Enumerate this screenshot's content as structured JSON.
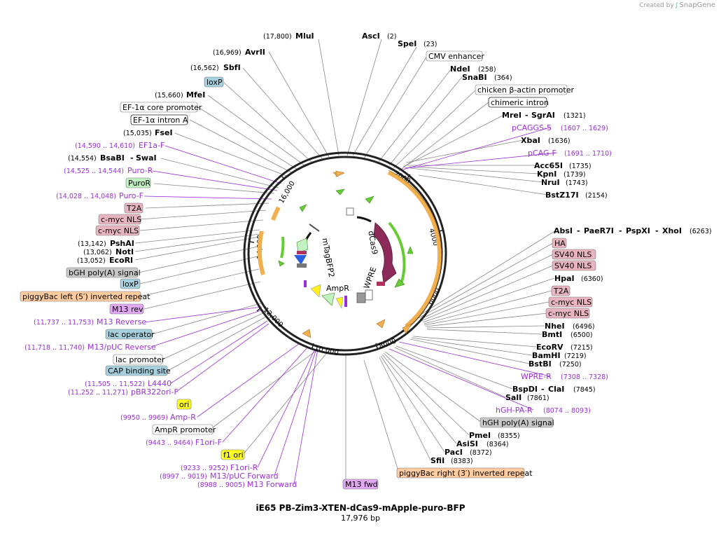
{
  "credit": "Created by",
  "brand": "SnapGene",
  "title": "iE65 PB-Zim3-XTEN-dCas9-mApple-puro-BFP",
  "subtitle": "17,976 bp",
  "ticks": [
    "2000",
    "4000",
    "6000",
    "8000",
    "10,000",
    "12,000",
    "14,000",
    "16,000"
  ],
  "inner_labels": [
    "dCas9",
    "WPRE",
    "AmpR",
    "mTagBFP2"
  ],
  "sites": {
    "mlui": {
      "name": "MluI",
      "pos": "(17,800)"
    },
    "avrii": {
      "name": "AvrII",
      "pos": "(16,969)"
    },
    "sbfi": {
      "name": "SbfI",
      "pos": "(16,562)"
    },
    "mfei": {
      "name": "MfeI",
      "pos": "(15,660)"
    },
    "fsei": {
      "name": "FseI",
      "pos": "(15,035)"
    },
    "bsabi": {
      "name": "BsaBI",
      "name2": "SwaI",
      "pos": "(14,554)"
    },
    "pshai": {
      "name": "PshAI",
      "pos": "(13,142)"
    },
    "noti": {
      "name": "NotI",
      "pos": "(13,062)"
    },
    "ecori": {
      "name": "EcoRI",
      "pos": "(13,052)"
    },
    "asci": {
      "name": "AscI",
      "pos": "(2)"
    },
    "spei": {
      "name": "SpeI",
      "pos": "(23)"
    },
    "ndei": {
      "name": "NdeI",
      "pos": "(258)"
    },
    "snabi": {
      "name": "SnaBI",
      "pos": "(364)"
    },
    "mrei": {
      "name": "MreI",
      "name2": "SgrAI",
      "pos": "(1321)"
    },
    "xbai": {
      "name": "XbaI",
      "pos": "(1636)"
    },
    "acc65i": {
      "name": "Acc65I",
      "pos": "(1735)"
    },
    "kpni": {
      "name": "KpnI",
      "pos": "(1739)"
    },
    "nrui": {
      "name": "NruI",
      "pos": "(1743)"
    },
    "bstz17i": {
      "name": "BstZ17I",
      "pos": "(2154)"
    },
    "absi": {
      "name": "AbsI",
      "name2": "PaeR7I",
      "name3": "PspXI",
      "name4": "XhoI",
      "pos": "(6263)"
    },
    "hpai": {
      "name": "HpaI",
      "pos": "(6360)"
    },
    "nhei": {
      "name": "NheI",
      "pos": "(6496)"
    },
    "bmti": {
      "name": "BmtI",
      "pos": "(6500)"
    },
    "ecorv": {
      "name": "EcoRV",
      "pos": "(7215)"
    },
    "bamhi": {
      "name": "BamHI",
      "pos": "(7219)"
    },
    "bstbi": {
      "name": "BstBI",
      "pos": "(7250)"
    },
    "bspdi": {
      "name": "BspDI",
      "name2": "ClaI",
      "pos": "(7845)"
    },
    "sali": {
      "name": "SalI",
      "pos": "(7861)"
    },
    "pmei": {
      "name": "PmeI",
      "pos": "(8355)"
    },
    "asisi": {
      "name": "AsiSI",
      "pos": "(8364)"
    },
    "paci": {
      "name": "PacI",
      "pos": "(8372)"
    },
    "sfii": {
      "name": "SfiI",
      "pos": "(8383)"
    }
  },
  "primers": {
    "ef1a_f": {
      "pos": "(14,590 .. 14,610)",
      "name": "EF1a-F"
    },
    "puro_r": {
      "pos": "(14,525 .. 14,544)",
      "name": "Puro-R"
    },
    "puro_f": {
      "pos": "(14,028 .. 14,048)",
      "name": "Puro-F"
    },
    "m13_reverse": {
      "pos": "(11,737 .. 11,753)",
      "name": "M13 Reverse"
    },
    "m13_puc_reverse": {
      "pos": "(11,718 .. 11,740)",
      "name": "M13/pUC Reverse"
    },
    "l4440": {
      "pos": "(11,505 .. 11,522)",
      "name": "L4440"
    },
    "pbr322ori_f": {
      "pos": "(11,252 .. 11,271)",
      "name": "pBR322ori-F"
    },
    "amp_r": {
      "pos": "(9950 .. 9969)",
      "name": "Amp-R"
    },
    "f1ori_f": {
      "pos": "(9443 .. 9464)",
      "name": "F1ori-F"
    },
    "f1ori_r": {
      "pos": "(9233 .. 9252)",
      "name": "F1ori-R"
    },
    "m13_puc_forward": {
      "pos": "(8997 .. 9019)",
      "name": "M13/pUC Forward"
    },
    "m13_forward": {
      "pos": "(8988 .. 9005)",
      "name": "M13 Forward"
    },
    "pcaggs5": {
      "name": "pCAGGS-5",
      "pos": "(1607 .. 1629)"
    },
    "pcag_f": {
      "name": "pCAG-F",
      "pos": "(1691 .. 1710)"
    },
    "wpre_r": {
      "name": "WPRE-R",
      "pos": "(7308 .. 7328)"
    },
    "hgh_pa_r": {
      "name": "hGH-PA-R",
      "pos": "(8074 .. 8093)"
    }
  },
  "features": {
    "loxp_top": "loxP",
    "ef1a_core": "EF-1α core promoter",
    "ef1a_intron": "EF-1α intron A",
    "puror": "PuroR",
    "t2a_left": "T2A",
    "cmyc1_left": "c-myc NLS",
    "cmyc2_left": "c-myc NLS",
    "bgh": "bGH poly(A) signal",
    "loxp_left": "loxP",
    "pb_left": "piggyBac left (5′) inverted repeat",
    "m13rev": "M13 rev",
    "lac_operator": "lac operator",
    "lac_promoter": "lac promoter",
    "cap": "CAP binding site",
    "ori": "ori",
    "ampr_promoter": "AmpR promoter",
    "f1ori": "f1 ori",
    "m13fwd": "M13 fwd",
    "cmv": "CMV enhancer",
    "chicken": "chicken β-actin promoter",
    "chimeric": "chimeric intron",
    "ha": "HA",
    "sv40_1": "SV40 NLS",
    "sv40_2": "SV40 NLS",
    "t2a_right": "T2A",
    "cmyc1_right": "c-myc NLS",
    "cmyc2_right": "c-myc NLS",
    "hgh": "hGH poly(A) signal",
    "pb_right": "piggyBac right (3′) inverted repeat"
  },
  "colors": {
    "gray_box": "#c8c8c8",
    "blue_box": "#a6d0de",
    "pink_box": "#e8b4c0",
    "green_box": "#c2f2c2",
    "orange_box": "#ffcca0",
    "purple_box": "#e0a8f0",
    "yellow_box": "#ffff20",
    "dcas9": "#8c2a5a",
    "orange_arc": "#f0b050",
    "green_arc": "#66cc33",
    "primer": "#9b30d9"
  }
}
